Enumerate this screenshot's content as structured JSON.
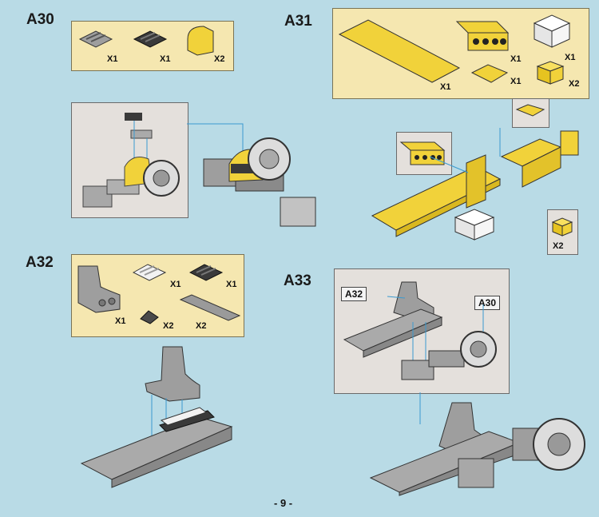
{
  "steps": {
    "a30": {
      "label": "A30",
      "parts": [
        {
          "qty": "X1"
        },
        {
          "qty": "X1"
        },
        {
          "qty": "X2"
        }
      ]
    },
    "a31": {
      "label": "A31",
      "parts": [
        {
          "qty": "X1"
        },
        {
          "qty": "X1"
        },
        {
          "qty": "X1"
        },
        {
          "qty": "X1"
        },
        {
          "qty": "X2"
        }
      ],
      "callout_qty": "X2"
    },
    "a32": {
      "label": "A32",
      "parts": [
        {
          "qty": "X1"
        },
        {
          "qty": "X1"
        },
        {
          "qty": "X1"
        },
        {
          "qty": "X2"
        },
        {
          "qty": "X2"
        }
      ]
    },
    "a33": {
      "label": "A33",
      "refs": [
        "A32",
        "A30"
      ]
    }
  },
  "page_number": "- 9 -",
  "colors": {
    "background": "#b9dbe6",
    "parts_box": "#f5e7b0",
    "assembly_box": "#e4e0dc",
    "brick_yellow": "#f1d23a",
    "brick_gray": "#9e9e9e",
    "brick_dark": "#3a3a3a",
    "brick_white": "#f2f2f2"
  }
}
